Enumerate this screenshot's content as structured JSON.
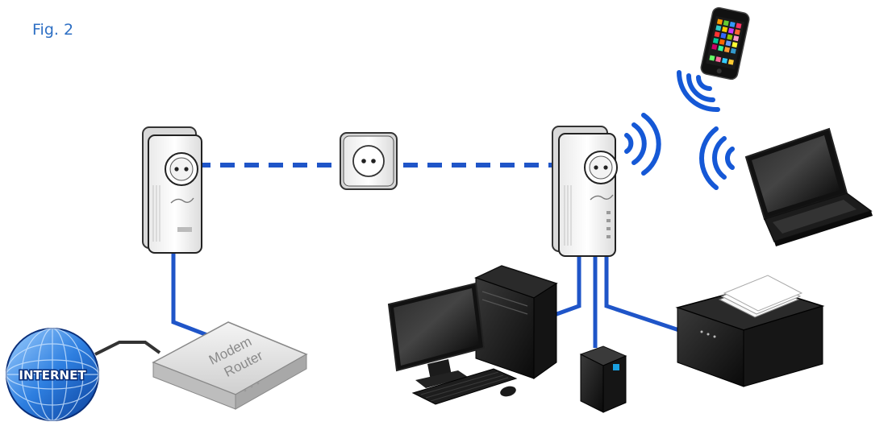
{
  "figure": {
    "label": "Fig. 2"
  },
  "devices": {
    "internet": {
      "label": "INTERNET"
    },
    "router": {
      "line1": "Modem",
      "line2": "Router"
    }
  },
  "colors": {
    "accent": "#2d6fc4",
    "cable": "#1f55c8",
    "wifi": "#1558d6",
    "dark_cable": "#333333"
  },
  "icons": [
    "globe-icon",
    "router-icon",
    "powerline-adapter-icon",
    "wall-socket-icon",
    "wifi-adapter-icon",
    "wifi-signal-icon",
    "smartphone-icon",
    "laptop-icon",
    "desktop-pc-icon",
    "printer-icon",
    "nas-drive-icon"
  ]
}
